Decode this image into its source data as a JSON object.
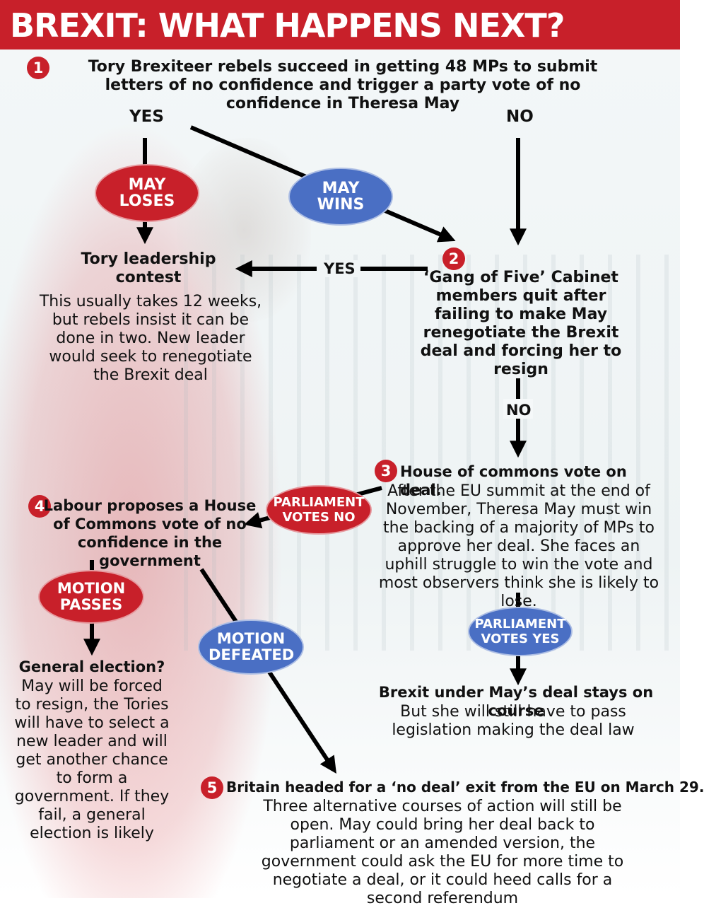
{
  "title": "BREXIT: WHAT HAPPENS NEXT?",
  "steps": {
    "s1": {
      "num": "1",
      "text": "Tory Brexiteer rebels succeed in getting 48 MPs to submit letters of no confidence and trigger a party vote of no confidence in Theresa May"
    },
    "s2": {
      "num": "2",
      "text": "‘Gang of Five’ Cabinet members quit after failing to make May renegotiate the Brexit deal and forcing her  to resign"
    },
    "s3": {
      "num": "3",
      "heading": "House of commons vote on deal.",
      "text": "After the EU summit at the end of November, Theresa May must win the backing of a majority of MPs to approve her deal. She faces an uphill struggle to win the vote and most observers think she is likely to lose."
    },
    "s4": {
      "num": "4",
      "text": "Labour proposes a House of Commons vote of no confidence in the government"
    },
    "s5": {
      "num": "5",
      "heading": "Britain headed for a ‘no deal’ exit from the EU on March 29.",
      "text": "Three alternative courses of action will still be open.  May could bring her deal back to parliament or an amended version, the government could ask the EU for more time to negotiate a deal, or it could heed calls for a second referendum"
    }
  },
  "outcomes": {
    "leadership": {
      "heading": "Tory leadership contest",
      "text": "This usually takes 12 weeks, but rebels insist it can be done in two. New leader would seek to renegotiate the Brexit deal"
    },
    "election": {
      "heading": "General election?",
      "text": "May will be forced to resign, the Tories will have to select a new leader and will get another chance to form a government. If they fail, a general election is likely"
    },
    "deal": {
      "heading": "Brexit under May’s deal stays on course",
      "text": "But she will still have to pass legislation making the deal law"
    }
  },
  "labels": {
    "yes1": "YES",
    "no1": "NO",
    "yes2": "YES",
    "no2": "NO"
  },
  "ovals": {
    "may_loses": "MAY LOSES",
    "may_wins": "MAY WINS",
    "parl_no": "PARLIAMENT VOTES NO",
    "parl_yes": "PARLIAMENT VOTES YES",
    "motion_passes": "MOTION PASSES",
    "motion_defeated": "MOTION DEFEATED"
  },
  "colors": {
    "red": "#c8202a",
    "blue": "#4a6fc4",
    "arrow": "#000000"
  }
}
